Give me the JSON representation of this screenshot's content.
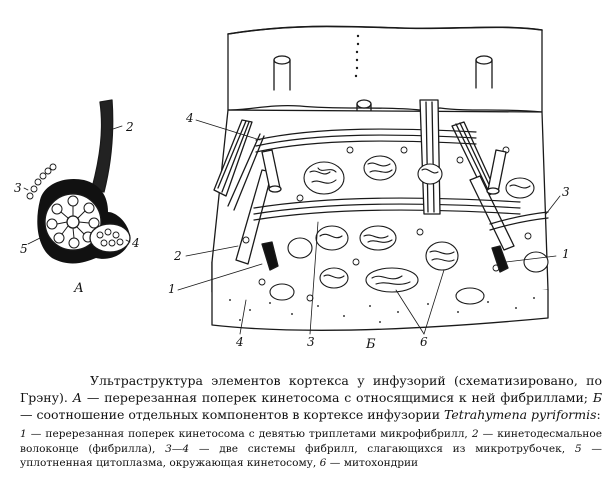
{
  "figure_a": {
    "label": "А",
    "callouts": [
      "2",
      "3",
      "5",
      "4"
    ]
  },
  "figure_b": {
    "label": "Б",
    "callouts": [
      "4",
      "2",
      "1",
      "4",
      "3",
      "6",
      "3",
      "1"
    ]
  },
  "caption": {
    "title_part1": "Ультраструктура элементов кортекса у инфузорий (схематизировано, по Грэну). ",
    "title_a": "А",
    "title_part2": " — перерезанная поперек кинетосома с относящимися к ней фибриллами; ",
    "title_b": "Б",
    "title_part3": " — соотношение отдельных компонентов в кортексе инфузории ",
    "species": "Tetrahymena pyriformis",
    "title_end": ":",
    "legend": [
      {
        "num": "1",
        "text": " — перерезанная поперек кинетосома с девятью триплетами микрофибрилл, "
      },
      {
        "num": "2",
        "text": " — кинетодесмальное волоконце (фибрилла), "
      },
      {
        "num": "3—4",
        "text": " — две системы фибрилл, слагающихся из микротрубочек, "
      },
      {
        "num": "5",
        "text": " — уплотненная цитоплазма, окружающая кинетосому, "
      },
      {
        "num": "6",
        "text": " — митохондрии"
      }
    ]
  },
  "colors": {
    "ink": "#1a1a1a",
    "paper": "#ffffff"
  }
}
